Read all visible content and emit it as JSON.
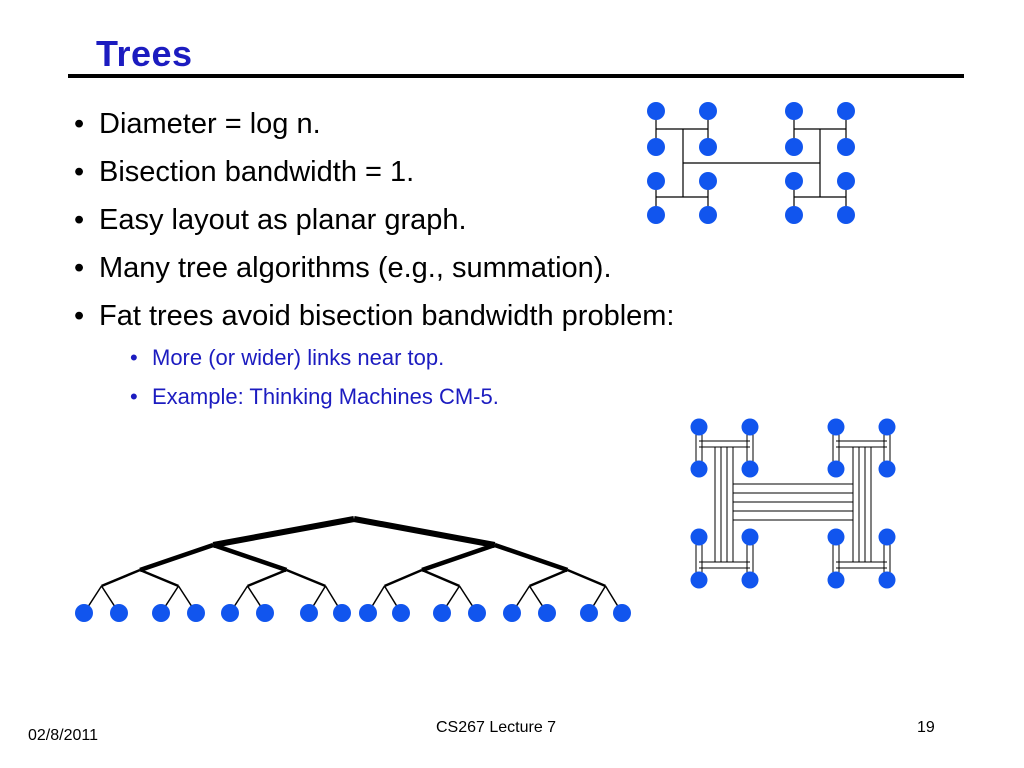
{
  "slide": {
    "title": "Trees",
    "bullets": [
      "Diameter = log n.",
      "Bisection bandwidth = 1.",
      "Easy layout as planar graph.",
      "Many tree algorithms (e.g., summation).",
      "Fat trees avoid bisection bandwidth problem:"
    ],
    "sub_bullets": [
      "More (or wider) links near top.",
      "Example: Thinking Machines CM-5."
    ],
    "bullet_glyph": "•"
  },
  "footer": {
    "date": "02/8/2011",
    "course": "CS267 Lecture 7",
    "page": "19"
  },
  "colors": {
    "title": "#1c1cc0",
    "node": "#1155ee",
    "sub_bullet": "#1c1cc0"
  }
}
